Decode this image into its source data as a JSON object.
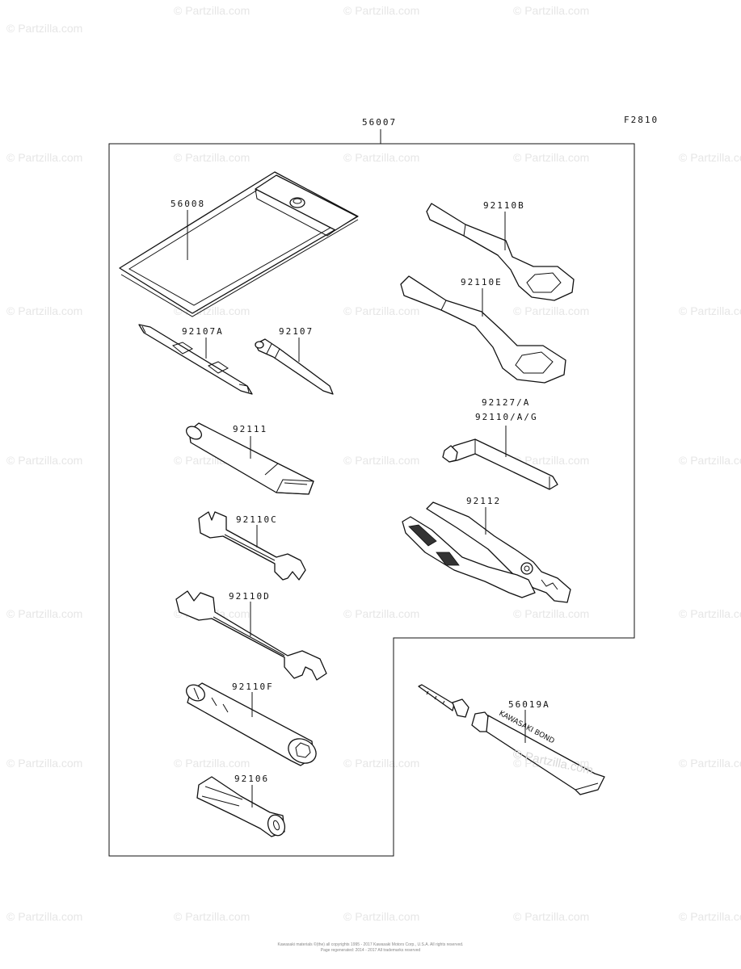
{
  "figure_code": "F2810",
  "watermark": "© Partzilla.com",
  "tube_text": "KAWASAKI BOND",
  "tube_watermark": "© Partzilla.com",
  "footer": {
    "line1": "Kawasaki materials ©(the) all copyrights 1995 - 2017 Kawasaki Motors Corp., U.S.A. All rights reserved.",
    "line2": "Page regenerated: 2014 - 2017 All trademarks reserved"
  },
  "parts": [
    {
      "id": "kit",
      "number": "56007"
    },
    {
      "id": "pouch",
      "number": "56008"
    },
    {
      "id": "screwdriver-double",
      "number": "92107A"
    },
    {
      "id": "screwdriver-bit",
      "number": "92107"
    },
    {
      "id": "handle-bar",
      "number": "92111"
    },
    {
      "id": "wrench-c",
      "number": "92110C"
    },
    {
      "id": "wrench-d",
      "number": "92110D"
    },
    {
      "id": "socket-wrench",
      "number": "92110F"
    },
    {
      "id": "plug-tool",
      "number": "92106"
    },
    {
      "id": "ring-wrench-b",
      "number": "92110B"
    },
    {
      "id": "ring-wrench-e",
      "number": "92110E"
    },
    {
      "id": "hex-key-1",
      "number": "92127/A"
    },
    {
      "id": "hex-key-2",
      "number": "92110/A/G"
    },
    {
      "id": "pliers",
      "number": "92112"
    },
    {
      "id": "bond-tube",
      "number": "56019A"
    }
  ]
}
